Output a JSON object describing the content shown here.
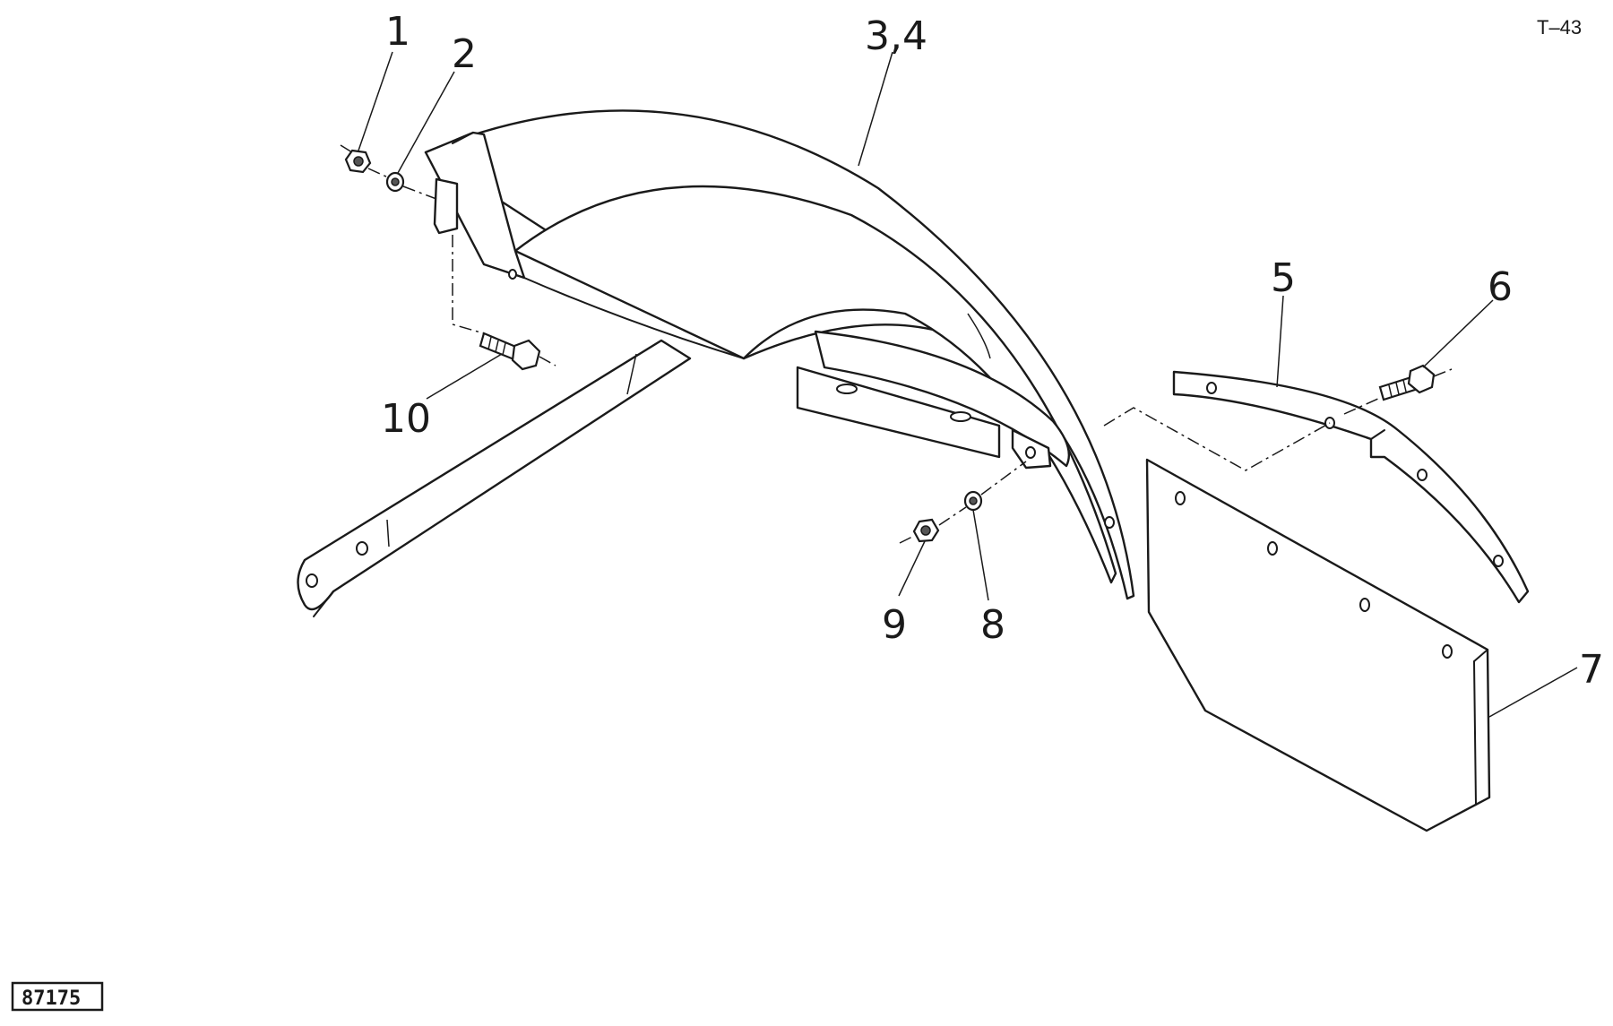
{
  "sheet": {
    "code": "T–43",
    "drawing_ref": "87175"
  },
  "callouts": {
    "c1": "1",
    "c2": "2",
    "c34": "3,4",
    "c5": "5",
    "c6": "6",
    "c7": "7",
    "c8": "8",
    "c9": "9",
    "c10": "10"
  }
}
